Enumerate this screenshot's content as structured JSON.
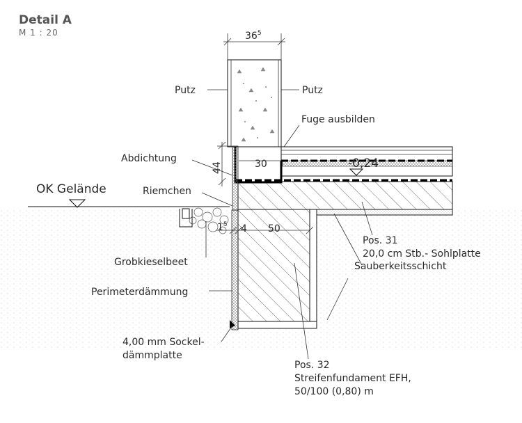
{
  "title": "Detail A",
  "scale": "M 1 : 20",
  "dimensions": {
    "wall_width_main": "36",
    "wall_width_sup": "5",
    "height_44": "44",
    "d_30": "30",
    "d_15_main": "1",
    "d_15_sup": "5",
    "d_4": "4",
    "d_50": "50"
  },
  "level": "-0,24",
  "labels": {
    "putz_left": "Putz",
    "putz_right": "Putz",
    "fuge": "Fuge ausbilden",
    "abdichtung": "Abdichtung",
    "ok_gelaende": "OK Gelände",
    "riemchen": "Riemchen",
    "grobkiesel": "Grobkieselbeet",
    "perimeter": "Perimeterdämmung",
    "sockel_1": "4,00 mm Sockel-",
    "sockel_2": "dämmplatte",
    "pos31_1": "Pos. 31",
    "pos31_2": "20,0 cm Stb.- Sohlplatte",
    "pos31_3": "Sauberkeitsschicht",
    "pos32_1": "Pos. 32",
    "pos32_2": "Streifenfundament EFH,",
    "pos32_3": "50/100 (0,80) m"
  }
}
